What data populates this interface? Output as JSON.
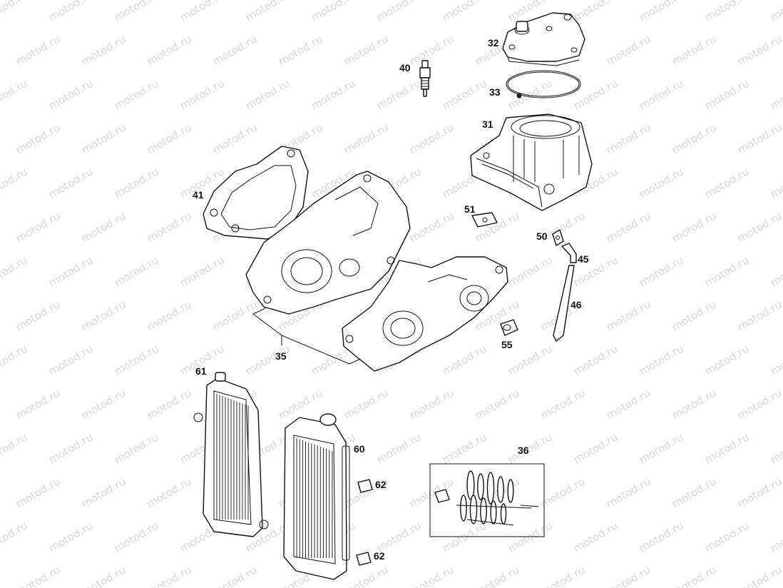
{
  "watermark": "motod.ru",
  "callouts": [
    {
      "id": "32",
      "label": "32"
    },
    {
      "id": "40",
      "label": "40"
    },
    {
      "id": "33",
      "label": "33"
    },
    {
      "id": "31",
      "label": "31"
    },
    {
      "id": "41",
      "label": "41"
    },
    {
      "id": "51",
      "label": "51"
    },
    {
      "id": "50",
      "label": "50"
    },
    {
      "id": "45",
      "label": "45"
    },
    {
      "id": "46",
      "label": "46"
    },
    {
      "id": "55",
      "label": "55"
    },
    {
      "id": "35",
      "label": "35"
    },
    {
      "id": "61",
      "label": "61"
    },
    {
      "id": "60",
      "label": "60"
    },
    {
      "id": "36",
      "label": "36"
    },
    {
      "id": "62a",
      "label": "62"
    },
    {
      "id": "62b",
      "label": "62"
    }
  ]
}
